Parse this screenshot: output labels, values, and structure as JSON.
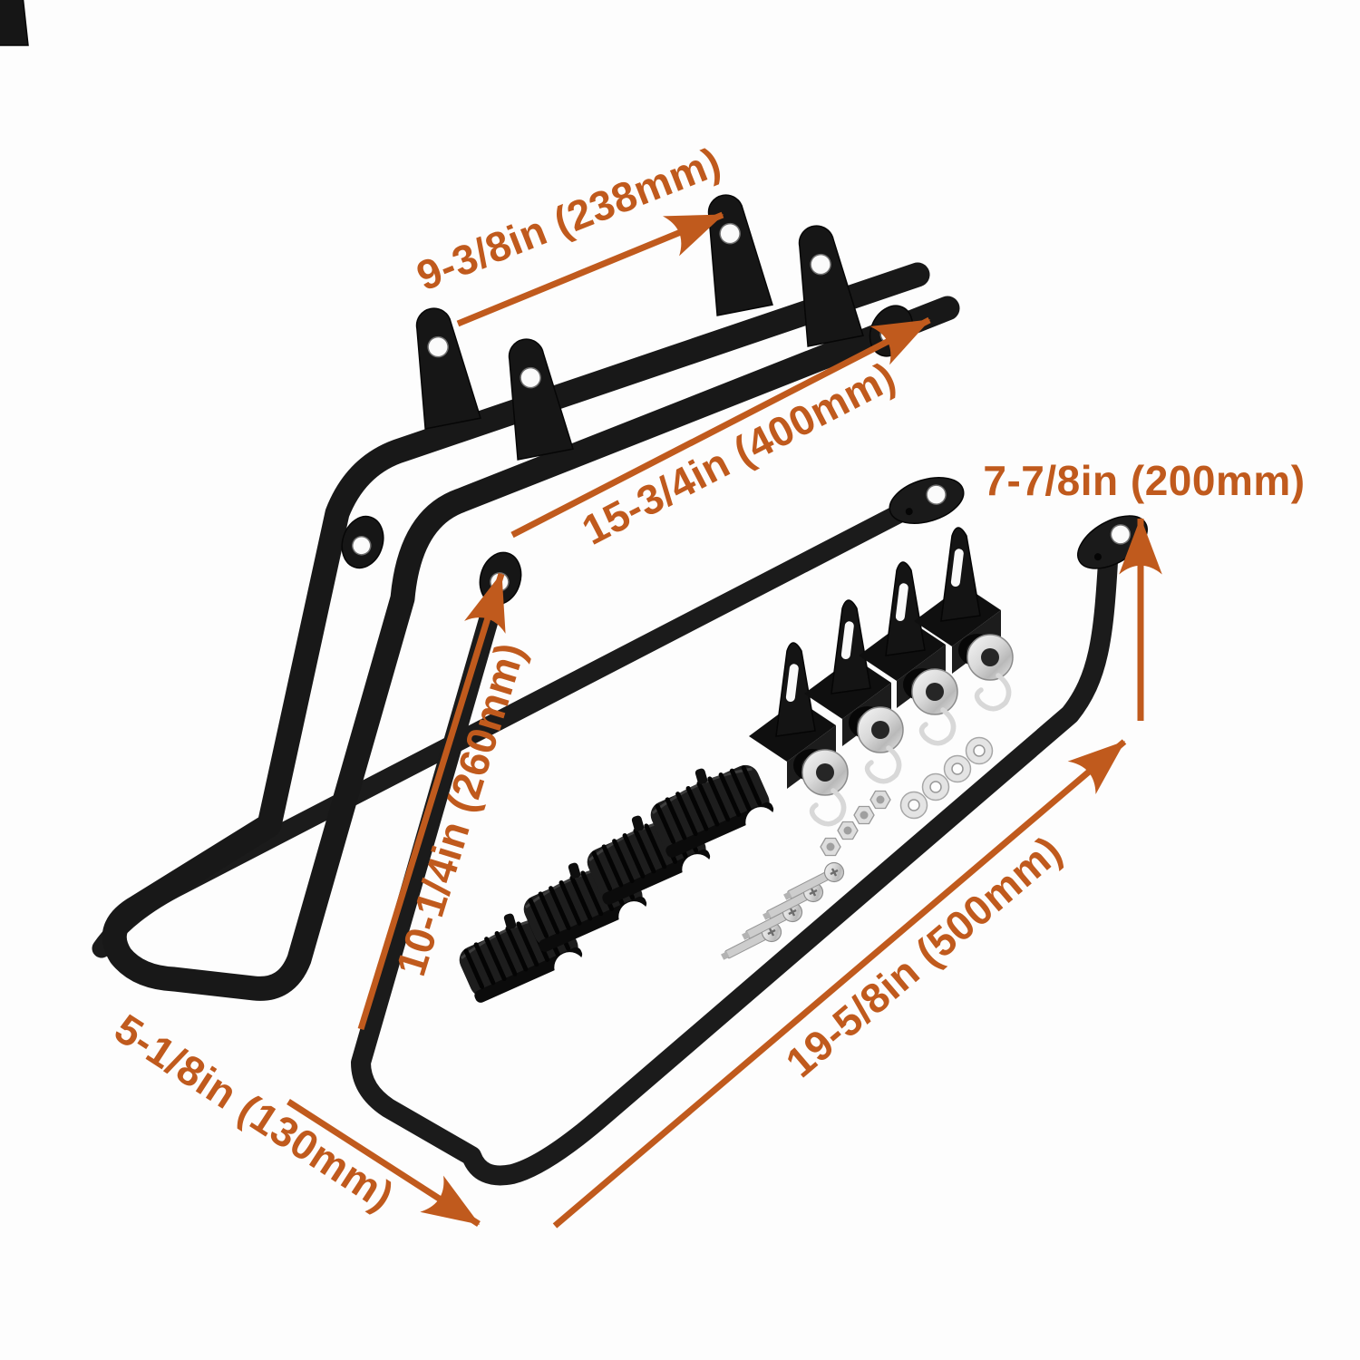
{
  "annotations": {
    "color": "#c05a1d",
    "labels": {
      "tab_spacing": "9-3/8in (238mm)",
      "upper_rail_length": "15-3/4in (400mm)",
      "right_end_height": "7-7/8in (200mm)",
      "vertical_arm_height": "10-1/4in (260mm)",
      "lower_bar_length": "19-5/8in (500mm)",
      "bottom_loop_width": "5-1/8in (130mm)"
    }
  },
  "parts": {
    "frame": "saddlebag-support-frame",
    "upper_rail": "upper-mounting-rail",
    "lower_rail": "lower-support-bar",
    "bracket": "docking-bracket-with-clip",
    "pad": "rubber-saddle-pad",
    "washer": "chrome-washer",
    "nut": "hex-nut",
    "bolt": "mounting-bolt"
  }
}
